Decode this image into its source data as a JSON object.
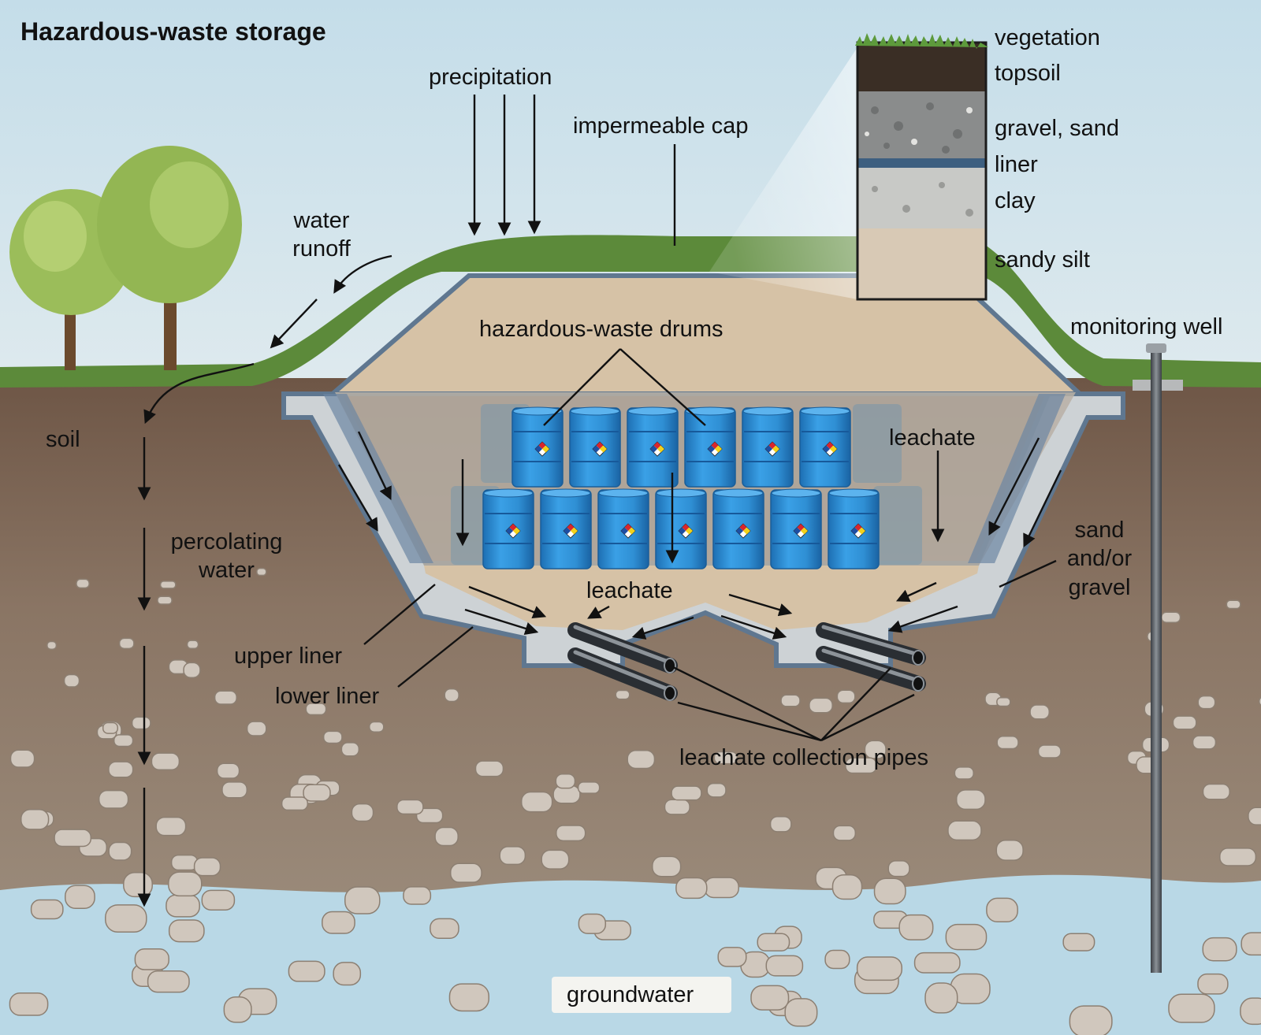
{
  "title": "Hazardous-waste storage",
  "labels": {
    "precipitation": "precipitation",
    "impermeable_cap": "impermeable cap",
    "water_runoff": [
      "water",
      "runoff"
    ],
    "soil": "soil",
    "percolating_water": [
      "percolating",
      "water"
    ],
    "hazardous_waste_drums": "hazardous-waste drums",
    "leachate_right": "leachate",
    "leachate_center": "leachate",
    "sand_gravel": [
      "sand",
      "and/or",
      "gravel"
    ],
    "upper_liner": "upper liner",
    "lower_liner": "lower liner",
    "leachate_collection_pipes": "leachate collection pipes",
    "monitoring_well": "monitoring well",
    "groundwater": "groundwater"
  },
  "cap_layers": [
    "vegetation",
    "topsoil",
    "gravel, sand",
    "liner",
    "clay",
    "sandy silt"
  ],
  "colors": {
    "sky": "#cfe3ec",
    "grass": "#5c8a3a",
    "soil_upper": "#7a6250",
    "soil_lower": "#9a8a7a",
    "groundwater": "#b9d8e6",
    "liner": "#cdd2d5",
    "liner_edge": "#5f7790",
    "fill_sand": "#d6c2a6",
    "drum": "#2f8fd4",
    "pipe": "#4a4f56"
  },
  "icons": [
    "tree-icon",
    "hazard-diamond-icon",
    "arrow-icon"
  ]
}
